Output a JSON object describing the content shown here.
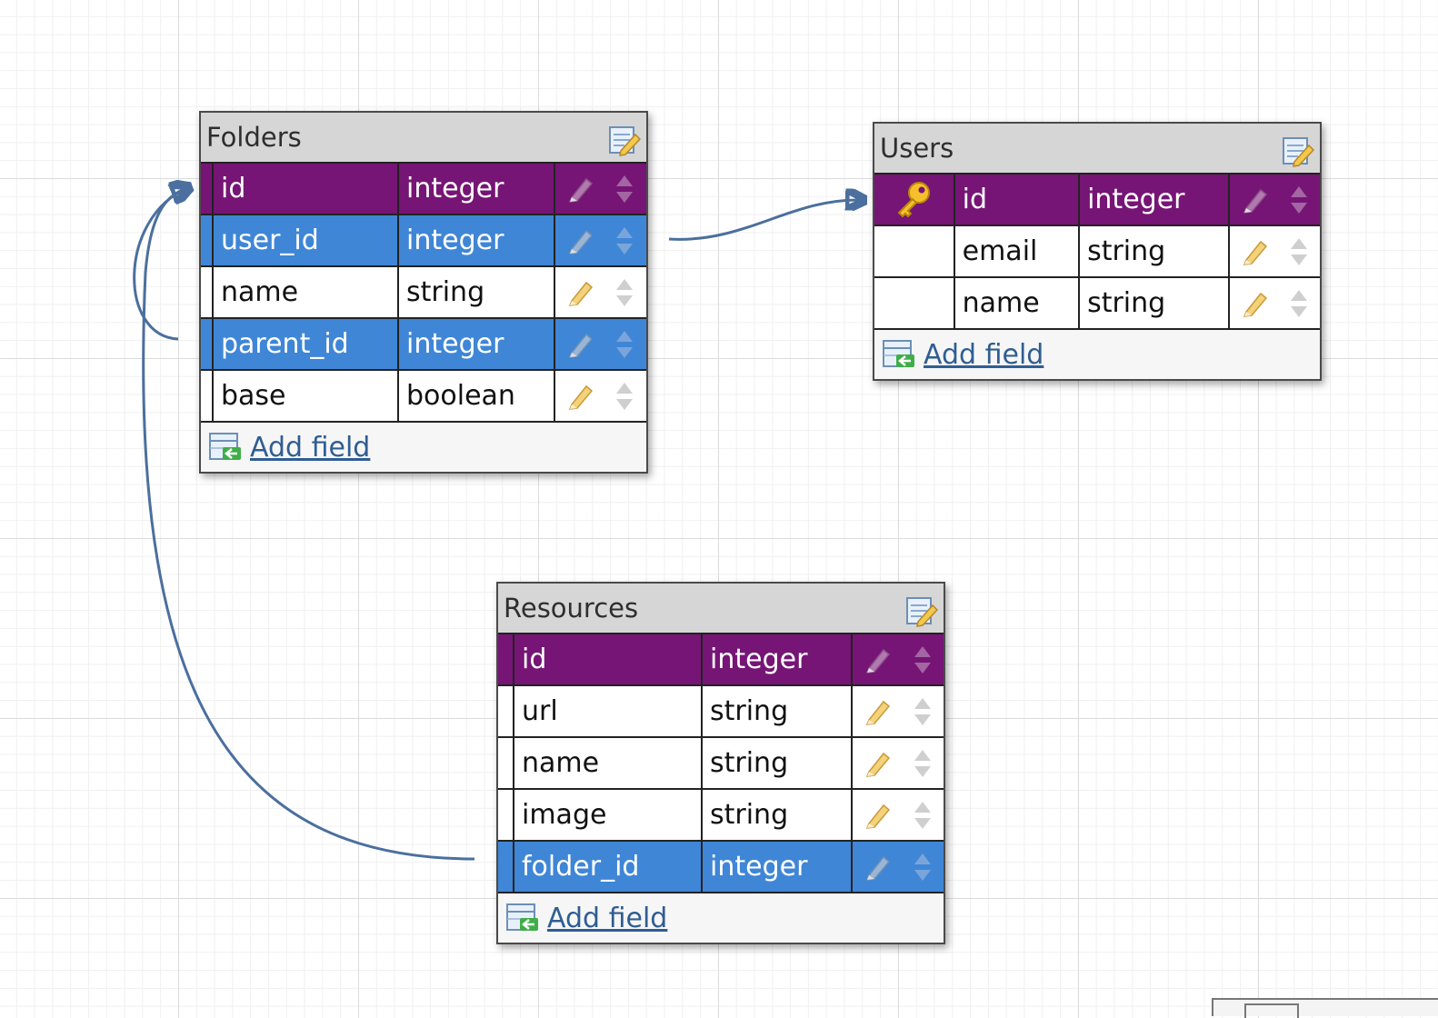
{
  "tables": {
    "folders": {
      "title": "Folders",
      "fields": [
        {
          "name": "id",
          "type": "integer",
          "role": "primary"
        },
        {
          "name": "user_id",
          "type": "integer",
          "role": "foreign"
        },
        {
          "name": "name",
          "type": "string",
          "role": "normal"
        },
        {
          "name": "parent_id",
          "type": "integer",
          "role": "foreign"
        },
        {
          "name": "base",
          "type": "boolean",
          "role": "normal"
        }
      ],
      "add_field_label": "Add field"
    },
    "users": {
      "title": "Users",
      "fields": [
        {
          "name": "id",
          "type": "integer",
          "role": "primary"
        },
        {
          "name": "email",
          "type": "string",
          "role": "normal"
        },
        {
          "name": "name",
          "type": "string",
          "role": "normal"
        }
      ],
      "add_field_label": "Add field"
    },
    "resources": {
      "title": "Resources",
      "fields": [
        {
          "name": "id",
          "type": "integer",
          "role": "primary"
        },
        {
          "name": "url",
          "type": "string",
          "role": "normal"
        },
        {
          "name": "name",
          "type": "string",
          "role": "normal"
        },
        {
          "name": "image",
          "type": "string",
          "role": "normal"
        },
        {
          "name": "folder_id",
          "type": "integer",
          "role": "foreign"
        }
      ],
      "add_field_label": "Add field"
    }
  },
  "relations": [
    {
      "from": "folders.user_id",
      "to": "users.id"
    },
    {
      "from": "folders.parent_id",
      "to": "folders.id"
    },
    {
      "from": "resources.folder_id",
      "to": "folders.id"
    }
  ],
  "colors": {
    "primary_key_row": "#761575",
    "foreign_key_row": "#3f86d6",
    "relation_line": "#4b6f9e",
    "grid": "#dcdcdc"
  },
  "icons": {
    "table_edit": "edit-table-icon",
    "primary_key": "key-icon",
    "field_edit": "pencil-icon",
    "field_move": "up-down-arrows-icon",
    "add_field": "add-field-icon"
  }
}
